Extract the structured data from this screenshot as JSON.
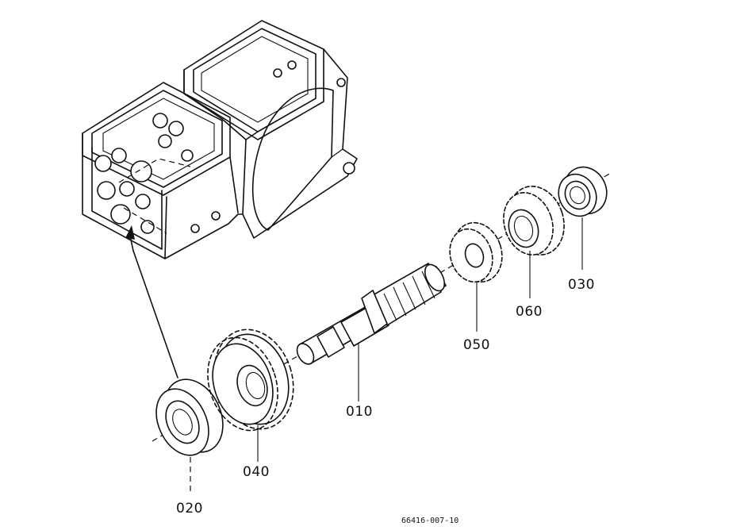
{
  "callouts": {
    "p010": "010",
    "p020": "020",
    "p030": "030",
    "p040": "040",
    "p050": "050",
    "p060": "060"
  },
  "drawing_code": "66416-007-10"
}
